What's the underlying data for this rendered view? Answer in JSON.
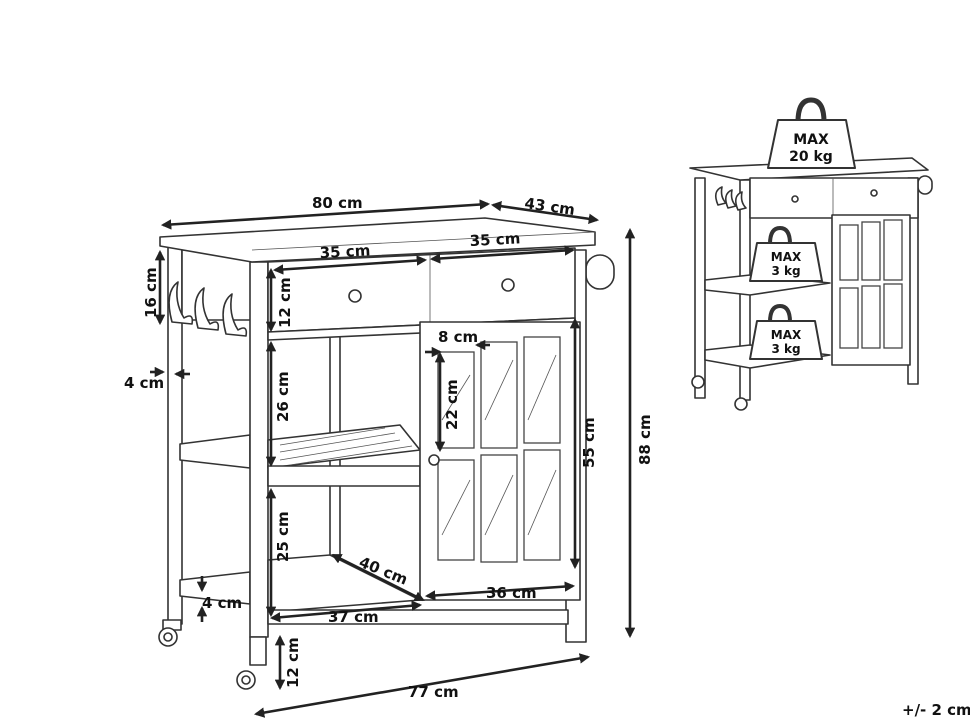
{
  "dimensions": {
    "width_top": "80 cm",
    "depth_top": "43 cm",
    "drawer_left_width": "35 cm",
    "drawer_right_width": "35 cm",
    "hook_panel_height": "16 cm",
    "drawer_height": "12 cm",
    "side_inset": "4 cm",
    "upper_shelf_gap": "26 cm",
    "glass_pane_width": "8 cm",
    "glass_pane_height": "22 cm",
    "door_height": "55 cm",
    "total_height": "88 cm",
    "lower_shelf_gap": "25 cm",
    "shelf_depth": "40 cm",
    "bottom_rail_height": "4 cm",
    "bottom_shelf_width": "37 cm",
    "door_width": "36 cm",
    "caster_height": "12 cm",
    "base_width": "77 cm"
  },
  "load_limits": {
    "top": {
      "label": "MAX",
      "value": "20 kg"
    },
    "shelf": {
      "label": "MAX",
      "value": "3 kg"
    },
    "bottom": {
      "label": "MAX",
      "value": "3 kg"
    }
  },
  "tolerance": "+/- 2 cm"
}
